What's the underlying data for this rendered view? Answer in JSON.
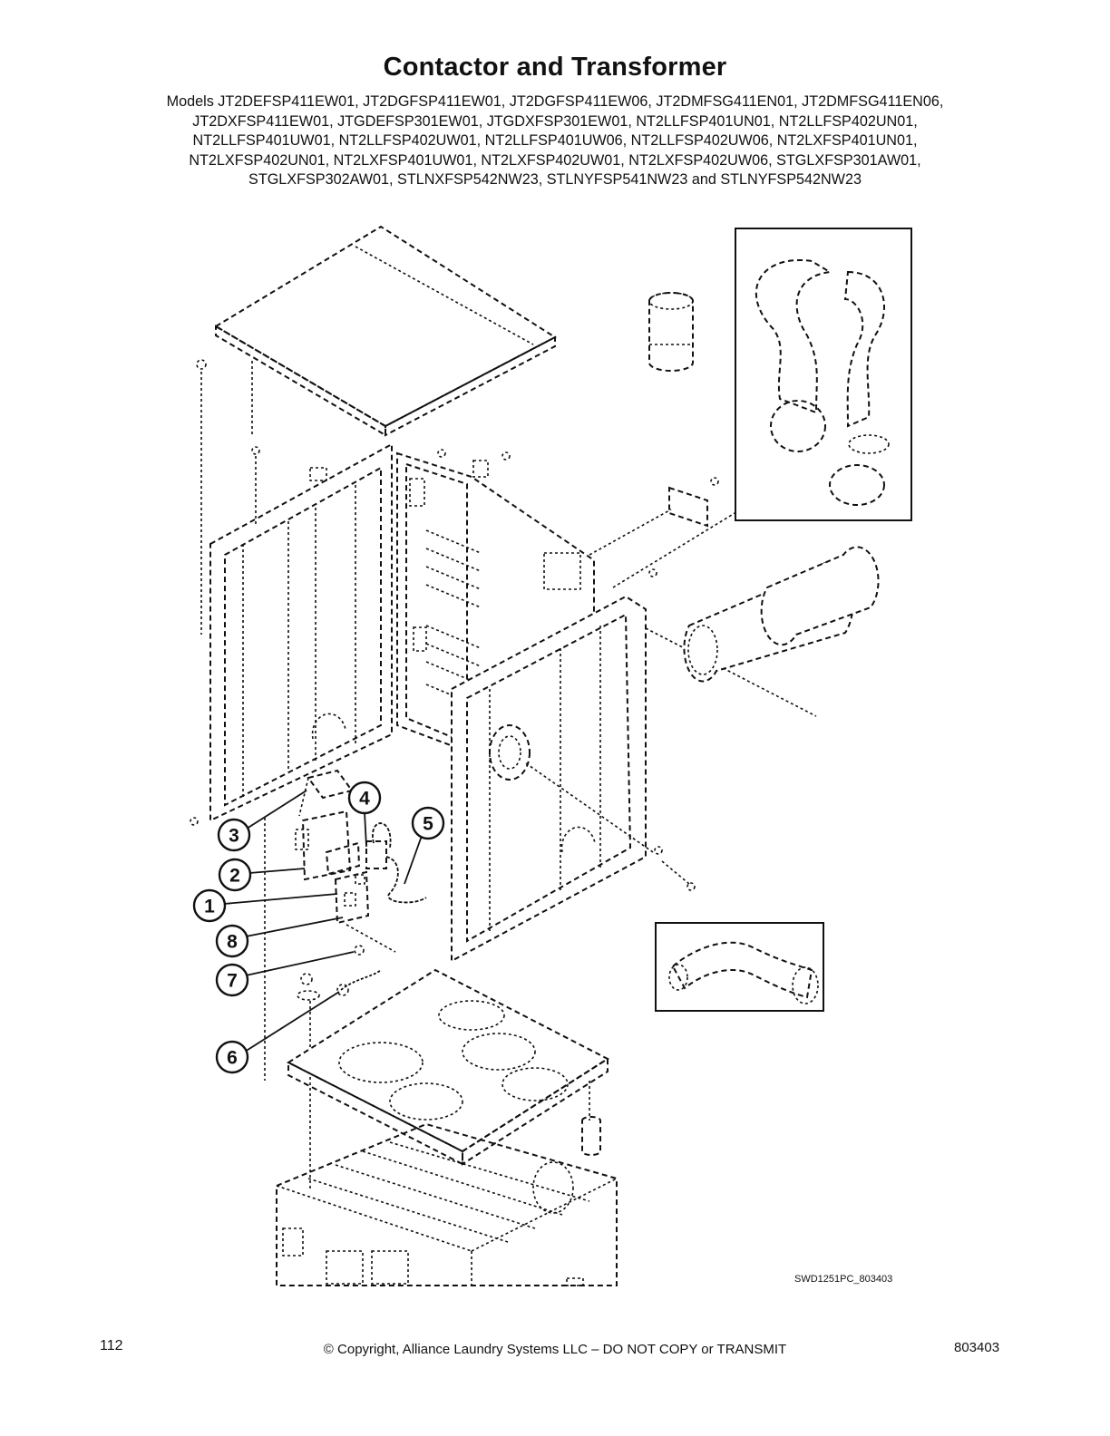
{
  "header": {
    "title": "Contactor and Transformer",
    "models_lines": [
      "Models JT2DEFSP411EW01, JT2DGFSP411EW01, JT2DGFSP411EW06, JT2DMFSG411EN01, JT2DMFSG411EN06,",
      "JT2DXFSP411EW01, JTGDEFSP301EW01, JTGDXFSP301EW01, NT2LLFSP401UN01, NT2LLFSP402UN01,",
      "NT2LLFSP401UW01, NT2LLFSP402UW01, NT2LLFSP401UW06, NT2LLFSP402UW06, NT2LXFSP401UN01,",
      "NT2LXFSP402UN01, NT2LXFSP401UW01, NT2LXFSP402UW01, NT2LXFSP402UW06, STGLXFSP301AW01,",
      "STGLXFSP302AW01, STLNXFSP542NW23, STLNYFSP541NW23 and STLNYFSP542NW23"
    ]
  },
  "diagram": {
    "callouts": [
      "4",
      "5",
      "3",
      "2",
      "1",
      "8",
      "7",
      "6"
    ],
    "drawing_code": "SWD1251PC_803403"
  },
  "footer": {
    "page_number": "112",
    "copyright": "© Copyright, Alliance Laundry Systems LLC – DO NOT COPY or TRANSMIT",
    "doc_number": "803403"
  }
}
